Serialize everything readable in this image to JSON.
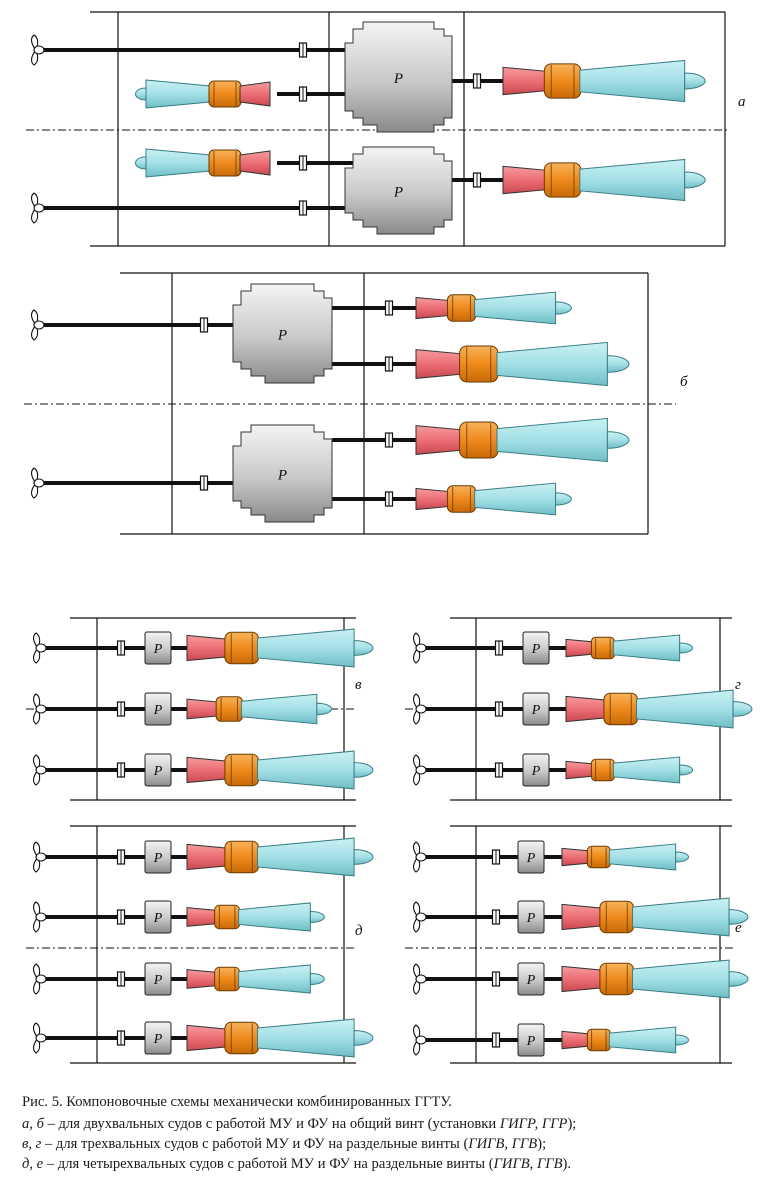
{
  "diagram": {
    "gearbox_letter": "P",
    "panel_labels": {
      "a": "а",
      "b": "б",
      "v": "в",
      "g": "г",
      "d": "д",
      "e": "е"
    },
    "colors": {
      "line": "#111111",
      "turbine": "#a6e2e7",
      "compressor": "#ed7479",
      "combustor": "#f08a1e",
      "gearbox_light": "#f2f2f2",
      "gearbox_dark": "#8c8c8c"
    },
    "icons": [
      "propeller-icon",
      "coupling-icon",
      "gearbox-block",
      "gas-turbine-engine"
    ]
  },
  "caption": {
    "title": "Рис. 5. Компоновочные схемы механически комбинированных ГГТУ.",
    "line1": {
      "pre": "а, б",
      "mid": " – для двухвальных судов с работой МУ и ФУ на общий винт (установки ",
      "it1": "ГИГР, ГГР",
      "post": ");"
    },
    "line2": {
      "pre": "в, г",
      "mid": " – для трехвальных судов с работой МУ и ФУ на раздельные винты (",
      "it1": "ГИГВ, ГГВ",
      "post": ");"
    },
    "line3": {
      "pre": "д, е",
      "mid": " – для четырехвальных судов с работой МУ и ФУ на раздельные винты (",
      "it1": "ГИГВ, ГГВ",
      "post": ")."
    }
  }
}
